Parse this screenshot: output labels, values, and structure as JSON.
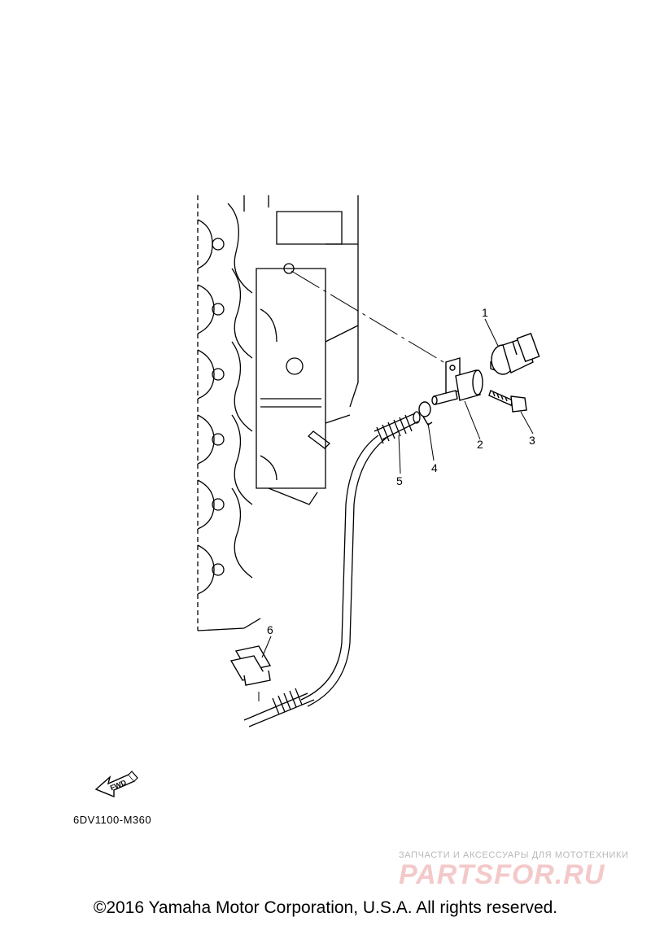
{
  "callouts": [
    "1",
    "2",
    "3",
    "4",
    "5",
    "6"
  ],
  "fwd_label": "FWD",
  "diagram_code": "6DV1100-M360",
  "watermark": {
    "tagline": "ЗАПЧАСТИ И АКСЕССУАРЫ ДЛЯ МОТОТЕХНИКИ",
    "logo_text": "PARTSFOR.RU",
    "colors": {
      "logo": "#f3c9c9",
      "tagline": "#b9b9b9"
    }
  },
  "copyright": "©2016 Yamaha Motor Corporation, U.S.A. All rights reserved."
}
